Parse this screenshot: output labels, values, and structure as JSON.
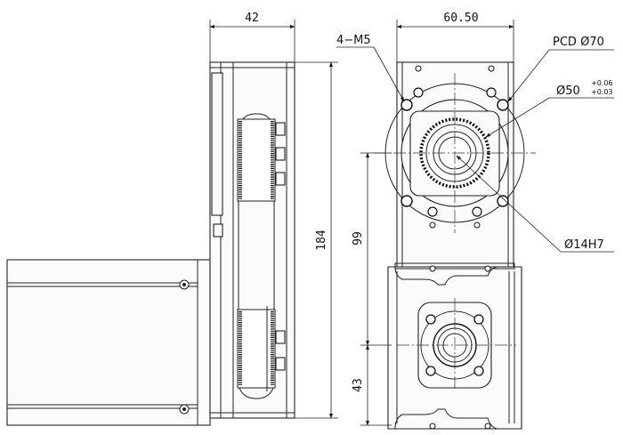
{
  "dimensions": {
    "side_width": "42",
    "front_width": "60.50",
    "overall_height": "184",
    "shaft_spacing": "99",
    "lower_shaft_height": "43"
  },
  "callouts": {
    "threads": "4−M5",
    "pcd": "PCD",
    "pcd_value": "70",
    "bore": "50",
    "bore_tol_upper": "+0.06",
    "bore_tol_lower": "+0.03",
    "shaft": "14H7"
  }
}
